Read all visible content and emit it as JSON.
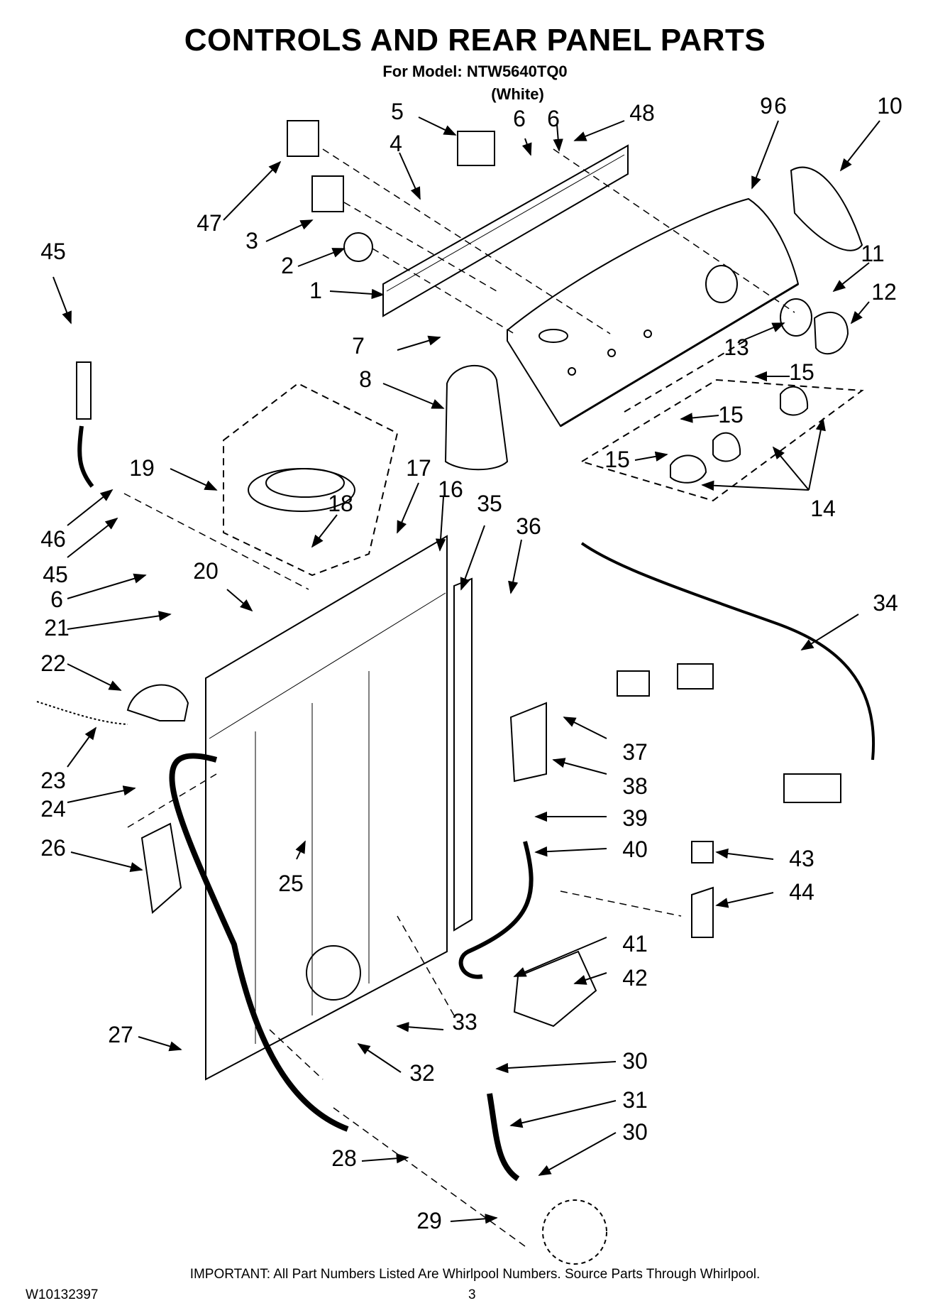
{
  "header": {
    "title": "CONTROLS AND REAR PANEL PARTS",
    "model_line": "For Model: NTW5640TQ0",
    "color_line": "(White)"
  },
  "callouts": [
    "1",
    "2",
    "3",
    "4",
    "5",
    "6",
    "6",
    "48",
    "6",
    "9",
    "10",
    "11",
    "12",
    "13",
    "15",
    "15",
    "15",
    "14",
    "7",
    "8",
    "19",
    "18",
    "17",
    "16",
    "35",
    "36",
    "34",
    "45",
    "45",
    "46",
    "6",
    "20",
    "21",
    "22",
    "23",
    "24",
    "26",
    "25",
    "37",
    "38",
    "39",
    "40",
    "41",
    "42",
    "43",
    "44",
    "27",
    "32",
    "33",
    "30",
    "31",
    "30",
    "28",
    "29",
    "47"
  ],
  "footer": {
    "important_note": "IMPORTANT: All Part Numbers Listed Are Whirlpool Numbers. Source Parts Through Whirlpool.",
    "document_number": "W10132397",
    "page_number": "3"
  }
}
